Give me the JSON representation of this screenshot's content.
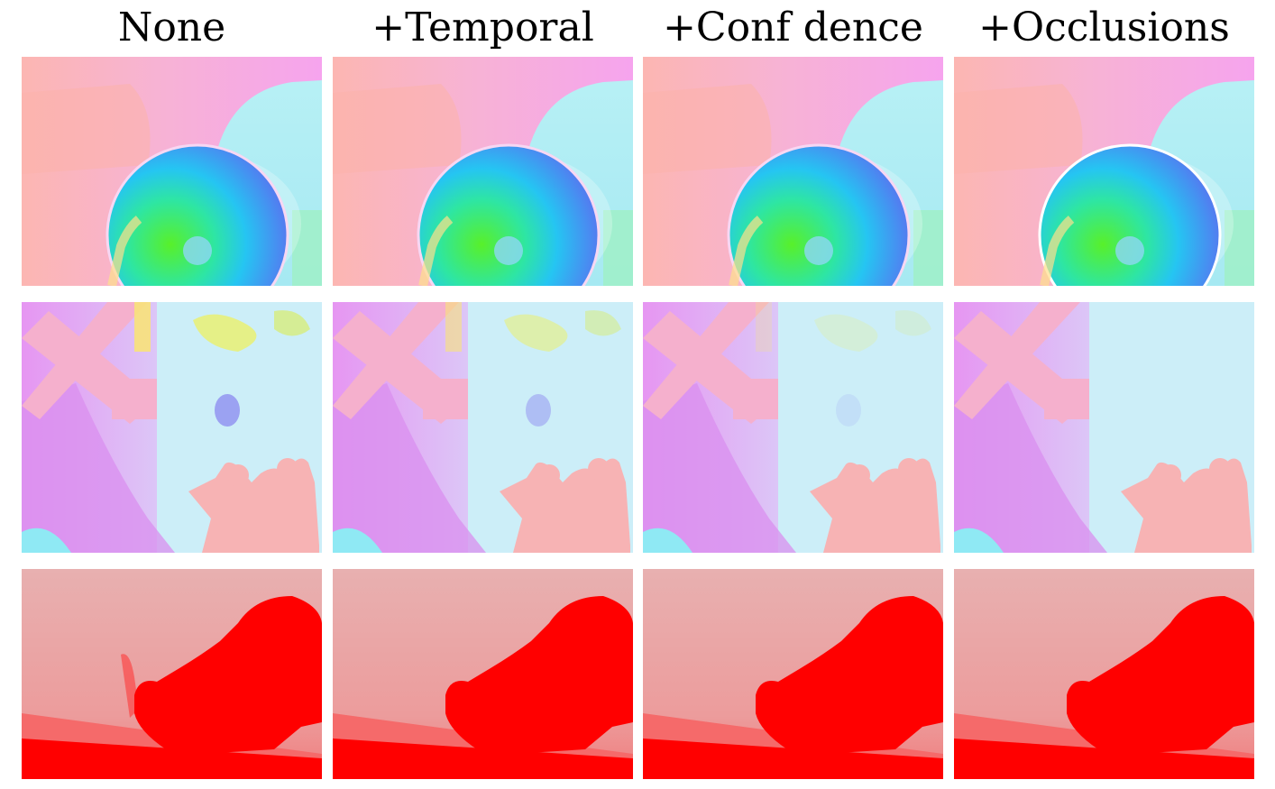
{
  "column_titles": [
    "None",
    "+Temporal",
    "+Conf dence",
    "+Occlusions"
  ],
  "rows": [
    "optical-flow-sphere",
    "optical-flow-figures",
    "disparity-red"
  ]
}
